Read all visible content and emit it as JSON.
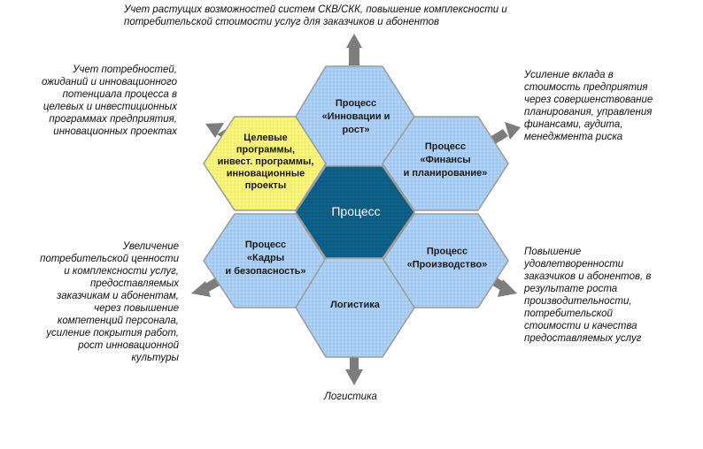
{
  "hexagons": {
    "top": "Процесс\n«Инновации и\nрост»",
    "upper_right": "Процесс\n«Финансы\nи планирование»",
    "upper_left": "Целевые\nпрограммы,\nинвест. программы,\nинновационные\nпроекты",
    "center": "Процесс",
    "lower_left": "Процесс\n«Кадры\nи безопасность»",
    "lower_right": "Процесс\n«Производство»",
    "bottom": "Логистика"
  },
  "notes": {
    "top": "Учет растущих возможностей систем СКВ/СКК, повышение комплексности и\nпотребительской стоимости услуг для заказчиков и абонентов",
    "upper_left": "Учет потребностей,\nожиданий и инновационного\nпотенциала процесса в\nцелевых и инвестиционных\nпрограммах предприятия,\nинновационных проектах",
    "upper_right": "Усиление вклада в\nстоимость предприятия\nчерез совершенствование\nпланирования, управления\nфинансами, аудита,\nменеджмента риска",
    "lower_left": "Увеличение\nпотребительской ценности\nи комплексности услуг,\nпредоставляемых\nзаказчикам и абонентам,\nчерез повышение\nкомпетенций персонала,\nусиление покрытия работ,\nрост инновационной\nкультуры",
    "lower_right": "Повышение\nудовлетворенности\nзаказчиков и абонентов, в\nрезультате роста\nпроизводительности,\nпотребительской\nстоимости и качества\nпредоставляемых услуг",
    "bottom": "Логистика"
  },
  "colors": {
    "blue_fill": "#a9cdf2",
    "yellow_fill": "#f7f279",
    "center_fill": "#0d5e86",
    "border": "#9a9a9a",
    "arrow": "#7d7d7d"
  }
}
